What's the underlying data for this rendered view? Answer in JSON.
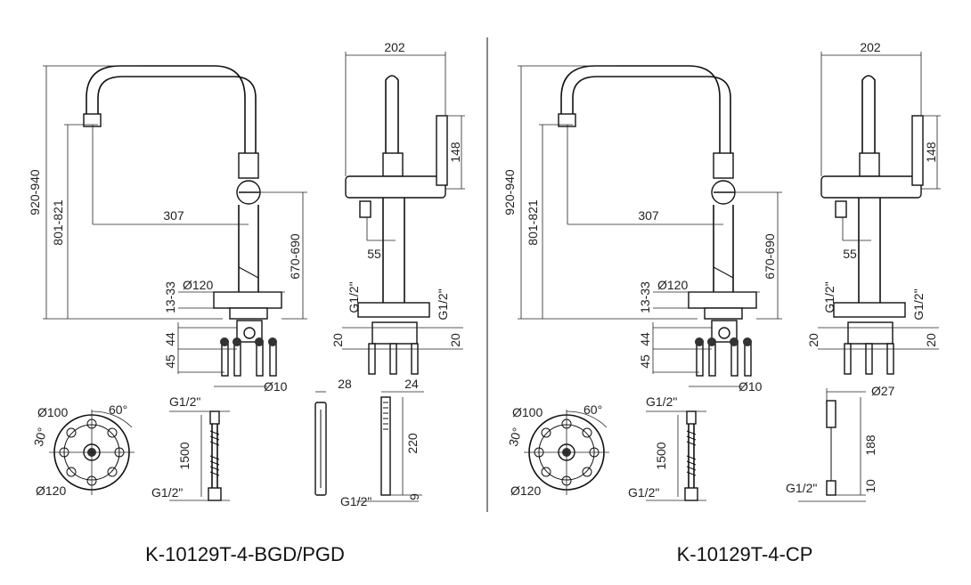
{
  "panels": [
    {
      "caption": "K-10129T-4-BGD/PGD",
      "dims": {
        "d920": "920-940",
        "d801": "801-821",
        "d307": "307",
        "d670": "670-690",
        "d120": "Ø120",
        "d1333": "13-33",
        "d44": "44",
        "d45": "45",
        "d10": "Ø10",
        "d202": "202",
        "d148": "148",
        "d55": "55",
        "g12a": "G1/2\"",
        "g12b": "G1/2\"",
        "d20a": "20",
        "d20b": "20",
        "p100": "Ø100",
        "p60": "60°",
        "p30": "30°",
        "p120": "Ø120",
        "hose_top": "G1/2\"",
        "hose_len": "1500",
        "hose_bot": "G1/2\"",
        "h28": "28",
        "h24": "24",
        "h220": "220",
        "h9": "9",
        "hg": "G1/2\""
      }
    },
    {
      "caption": "K-10129T-4-CP",
      "dims": {
        "d920": "920-940",
        "d801": "801-821",
        "d307": "307",
        "d670": "670-690",
        "d120": "Ø120",
        "d1333": "13-33",
        "d44": "44",
        "d45": "45",
        "d10": "Ø10",
        "d202": "202",
        "d148": "148",
        "d55": "55",
        "g12a": "G1/2\"",
        "g12b": "G1/2\"",
        "d20a": "20",
        "d20b": "20",
        "p100": "Ø100",
        "p60": "60°",
        "p30": "30°",
        "p120": "Ø120",
        "hose_top": "G1/2\"",
        "hose_len": "1500",
        "hose_bot": "G1/2\"",
        "h27": "Ø27",
        "h188": "188",
        "h10": "10",
        "hg": "G1/2\""
      }
    }
  ]
}
